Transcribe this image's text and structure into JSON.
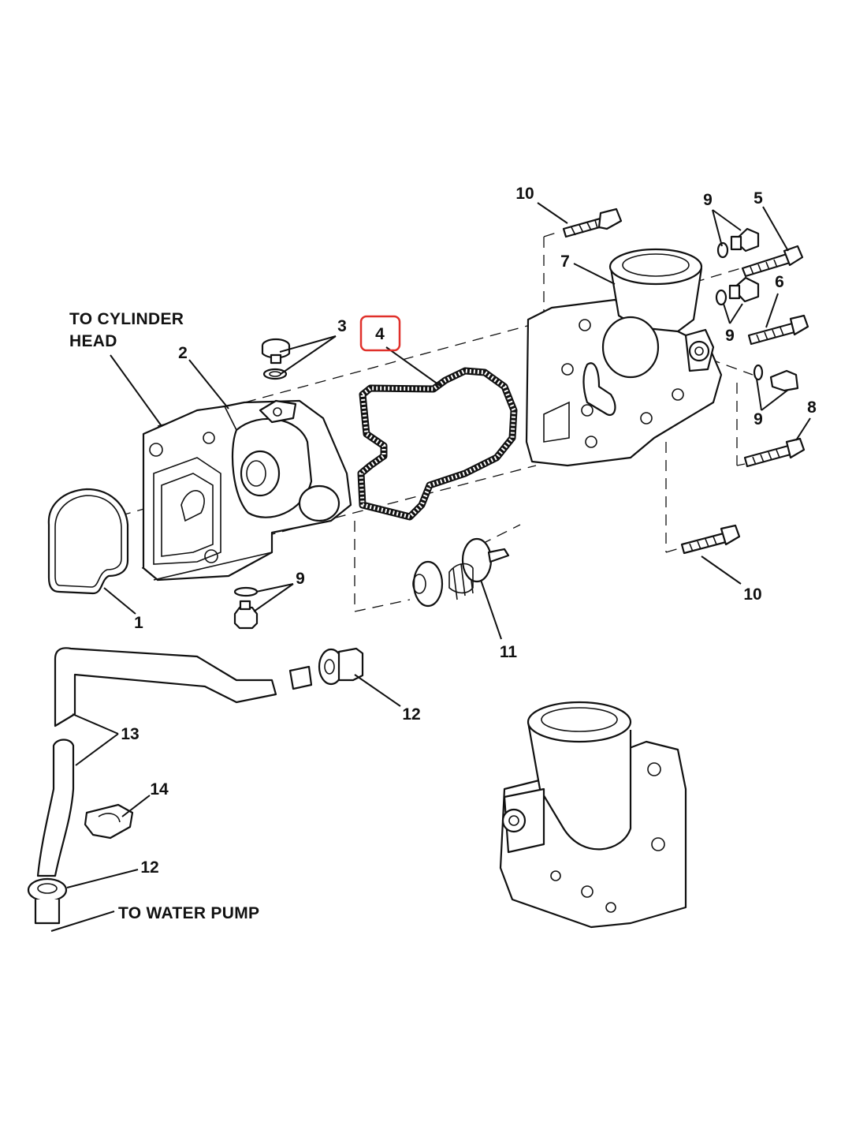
{
  "callouts": {
    "c1": "1",
    "c2": "2",
    "c3": "3",
    "c4": "4",
    "c5": "5",
    "c6": "6",
    "c7": "7",
    "c8": "8",
    "c9a": "9",
    "c9b": "9",
    "c9c": "9",
    "c9d": "9",
    "c10a": "10",
    "c10b": "10",
    "c11": "11",
    "c12a": "12",
    "c12b": "12",
    "c13": "13",
    "c14": "14"
  },
  "annotations": {
    "cylinder_head_line1": "TO CYLINDER",
    "cylinder_head_line2": "HEAD",
    "water_pump": "TO WATER PUMP"
  },
  "highlight": {
    "label": "4",
    "color": "#e0302a"
  },
  "colors": {
    "ink": "#111111",
    "background": "#ffffff"
  }
}
